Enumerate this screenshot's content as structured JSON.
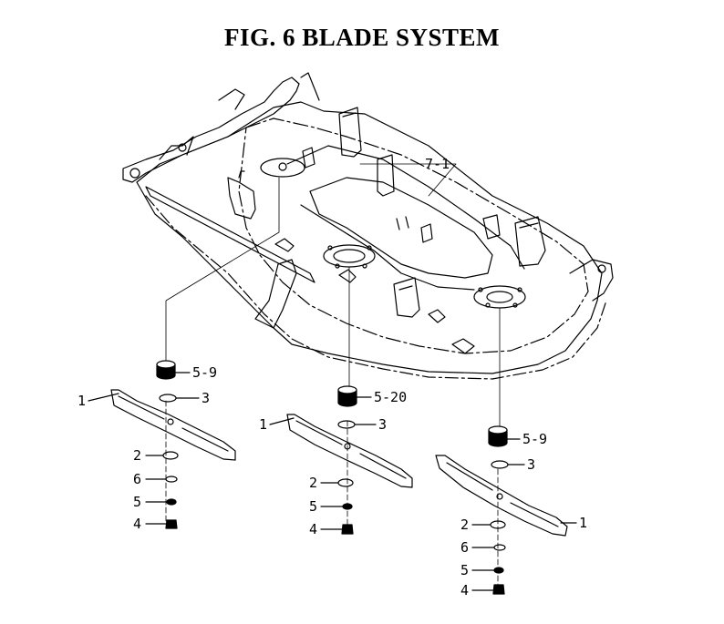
{
  "title": "FIG. 6 BLADE SYSTEM",
  "callouts": {
    "deck": "7-1",
    "left": {
      "spindle": "5-9",
      "spacer": "3",
      "blade": "1",
      "washer": "2",
      "spring_washer": "6",
      "lock_washer": "5",
      "nut": "4"
    },
    "center": {
      "spindle": "5-20",
      "spacer": "3",
      "blade": "1",
      "washer": "2",
      "lock_washer": "5",
      "nut": "4"
    },
    "right": {
      "spindle": "5-9",
      "spacer": "3",
      "blade": "1",
      "washer": "2",
      "spring_washer": "6",
      "lock_washer": "5",
      "nut": "4"
    }
  }
}
